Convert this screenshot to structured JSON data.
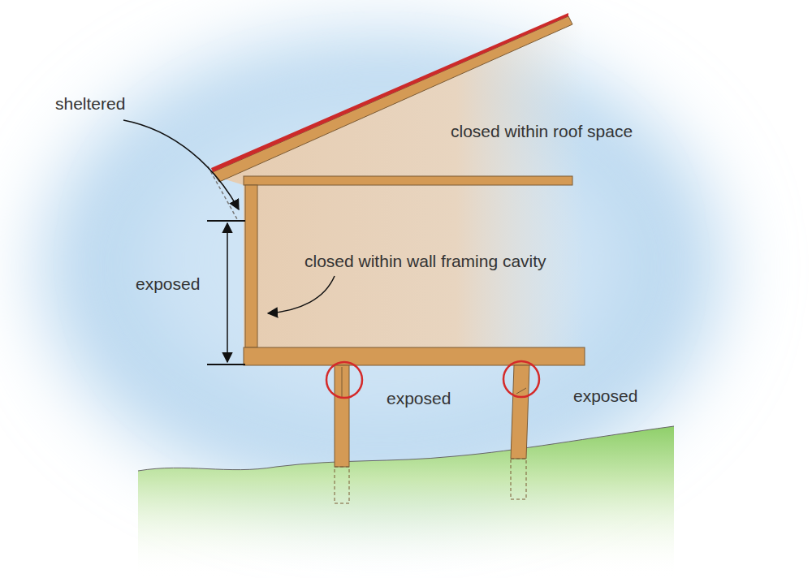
{
  "diagram": {
    "labels": [
      "sheltered",
      "closed within roof space",
      "closed within wall framing cavity",
      "exposed",
      "exposed",
      "exposed"
    ]
  }
}
